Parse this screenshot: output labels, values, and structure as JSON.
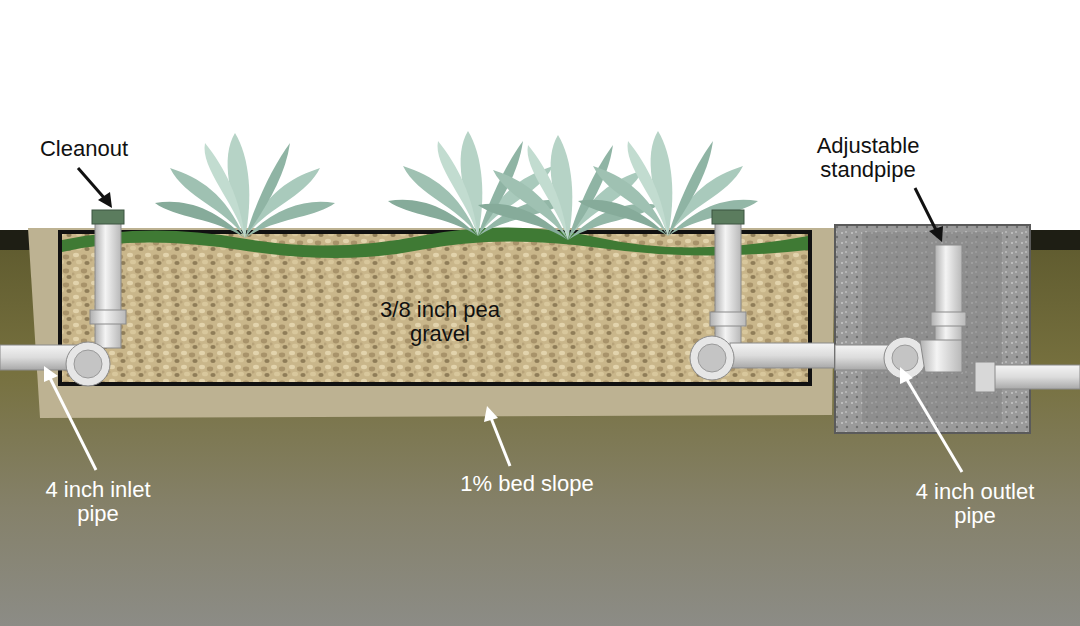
{
  "diagram": {
    "labels": [
      "Cleanout",
      "Adjustable standpipe",
      "3/8 inch pea gravel",
      "4 inch inlet pipe",
      "1% bed slope",
      "4 inch outlet pipe"
    ]
  }
}
